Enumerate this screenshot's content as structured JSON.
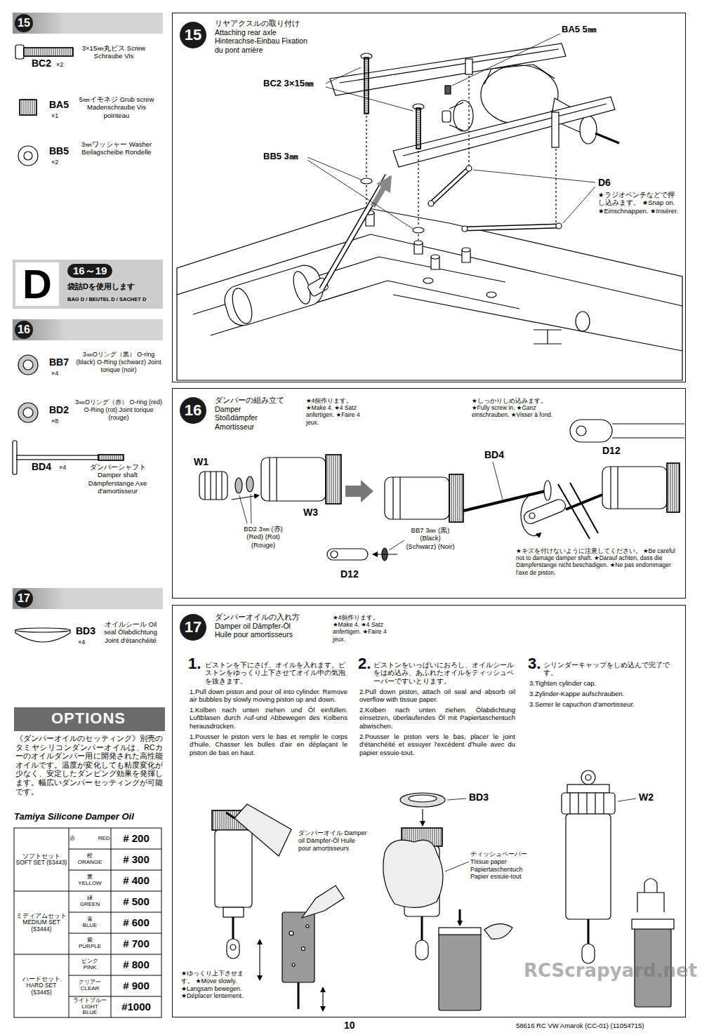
{
  "diagram": {
    "nodes": [
      {
        "text": [
          "15"
        ]
      },
      {
        "text": [
          "D",
          "16～19",
          "袋詰Dを使用します",
          "BAG D / BEUTEL D / SACHET D"
        ]
      },
      {
        "text": [
          "16"
        ]
      },
      {
        "text": [
          "17"
        ]
      },
      {
        "text": [
          "OPTIONS"
        ]
      },
      {
        "text": [
          "15",
          "リヤアクスルの取り付け Attaching rear axle Hinterachse-Einbau Fixation du pont arrière"
        ]
      },
      {
        "text": [
          "16",
          "ダンパーの組み立て Damper Stoßdämpfer Amortisseur",
          "★4個作ります。 ★Make 4. ★4 Satz anfertigen. ★Faire 4 jeux."
        ]
      },
      {
        "text": [
          "17",
          "ダンパーオイルの入れ方 Damper oil Dämpfer-Öl Huile pour amortisseurs",
          "★4個作ります。 ★Make 4. ★4 Satz anfertigen. ★Faire 4 jeux."
        ]
      }
    ],
    "labels": [
      "BC2",
      "×2",
      "3×15㎜丸ビス Screw Schraube Vis",
      "BA5",
      "×1",
      "5㎜イモネジ Grub screw Madenschraube Vis pointeau",
      "BB5",
      "×2",
      "3㎜ワッシャー Washer Beilagscheibe Rondelle",
      "BB7",
      "×4",
      "3㎜Oリング（黒） O-ring (black) O-Ring (schwarz) Joint torique (noir)",
      "BD2",
      "×8",
      "3㎜Oリング（赤） O-ring (red) O-Ring (rot) Joint torique (rouge)",
      "BD4",
      "×4",
      "ダンパーシャフト Damper shaft Dämpferstange Axe d'amortisseur",
      "BD3",
      "×4",
      "オイルシール Oil seal Ölabdichtung Joint d'étanchéité",
      "《ダンパーオイルのセッティング》別売のタミヤシリコンダンパーオイルは、RCカーのオイルダンパー用に開発された高性能オイルです。温度が変化しても粘度変化が少なく、安定したダンピング効果を発揮します。幅広いダンパーセッティングが可能です。",
      "Tamiya Silicone Damper Oil",
      "ソフトセット SOFT SET (53443)",
      "赤 RED",
      "# 200",
      "橙 ORANGE",
      "# 300",
      "黄 YELLOW",
      "# 400",
      "ミディアムセット MEDIUM SET (53444)",
      "緑 GREEN",
      "# 500",
      "青 BLUE",
      "# 600",
      "紫 PURPLE",
      "# 700",
      "ハードセット HARD SET (53445)",
      "ピンク PINK",
      "# 800",
      "クリアー CLEAR",
      "# 900",
      "ライトブルー LIGHT BLUE",
      "#1000",
      "BA5 5㎜",
      "BC2 3×15㎜",
      "BB5 3㎜",
      "D6",
      "★ラジオペンチなどで押し込みます。 ★Snap on. ★Einschnappen. ★Insérer.",
      "W1",
      "W3",
      "BD2 3㎜ (赤) (Red) (Rot) (Rouge)",
      "D12",
      "BB7 3㎜ (黒) (Black) (Schwarz) (Noir)",
      "BD4",
      "★しっかりしめ込みます。 ★Fully screw in. ★Ganz einschrauben. ★Visser à fond.",
      "D12",
      "★キズを付けないように注意してください。 ★Be careful not to damage damper shaft. ★Darauf achten, dass die Dämpferstange nicht beschädigen. ★Ne pas endommager l'axe de piston.",
      "1.",
      "ピストンを下にさげ、オイルを入れます。ピストンをゆっくり上下させてオイル中の気泡を抜きます。",
      "1.Pull down piston and pour oil into cylinder. Remove air bubbles by slowly moving piston up and down.",
      "1.Kolben nach unten ziehen und Öl einfüllen. Luftblasen durch Auf-und Abbewegen des Kolbens herausdrücken.",
      "1.Pousser le piston vers le bas et remplir le corps d'huile. Chasser les bulles d'air en déplaçant le piston de bas en haut.",
      "2.",
      "ピストンをいっぱいにおろし、オイルシールをはめ込み、あふれたオイルをティッシュペーパーですいとります。",
      "2.Pull down piston, attach oil seal and absorb oil overflow with tissue paper.",
      "2.Kolben nach unten ziehen. Ölabdichtung einsetzen, überlaufendes Öl mit Papiertaschentuch abwischen.",
      "2.Pousser le piston vers le bas, placer le joint d'étanchéité et essuyer l'excédent d'huile avec du papier essuie-tout.",
      "3.",
      "シリンダーキャップをしめ込んで完了です。",
      "3.Tighten cylinder cap.",
      "3.Zylinder-Kappe aufschrauben.",
      "3.Serrer le capuchon d'amortisseur.",
      "ダンパーオイル Damper oil Dämpfer-Öl Huile pour amortisseurs",
      "BD3",
      "ティッシュペーパー Tissue paper Papiertaschentuch Papier essuie-tout",
      "W2",
      "★ゆっくり上下させます。 ★Move slowly. ★Langsam bewegen. ★Déplacer lentement.",
      "10",
      "58616 RC VW Amarok (CC-01) (11054715)",
      "RCScrapyard.net"
    ]
  }
}
